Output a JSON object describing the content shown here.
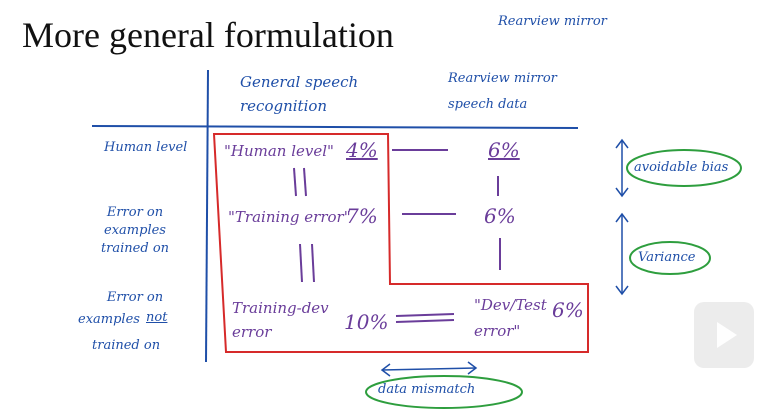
{
  "title": "More general formulation",
  "top_note": "Rearview mirror",
  "columns": {
    "general": "General speech recognition",
    "rearview": "Rearview mirror speech data"
  },
  "rows": {
    "human": "Human level",
    "trained": "Error on examples trained on",
    "not_trained_line1": "Error on",
    "not_trained_line2": "examples",
    "not_trained_not": "not",
    "not_trained_line3": "trained on"
  },
  "cells": {
    "human_label": "\"Human level\"",
    "human_value": "4%",
    "human_rear": "6%",
    "train_label": "\"Training error\"",
    "train_value": "7%",
    "train_rear": "6%",
    "dev_label": "Training-dev error",
    "dev_value": "10%",
    "test_label": "\"Dev/Test error\"",
    "test_value": "6%"
  },
  "annotations": {
    "avoidable": "avoidable bias",
    "variance": "Variance",
    "mismatch": "data mismatch"
  },
  "colors": {
    "ink_blue": "#1f4fa8",
    "ink_purple": "#6a3d9a",
    "ink_red": "#d62a2a",
    "ink_green": "#2e9e3e"
  },
  "icons": {
    "play": "play-icon"
  }
}
